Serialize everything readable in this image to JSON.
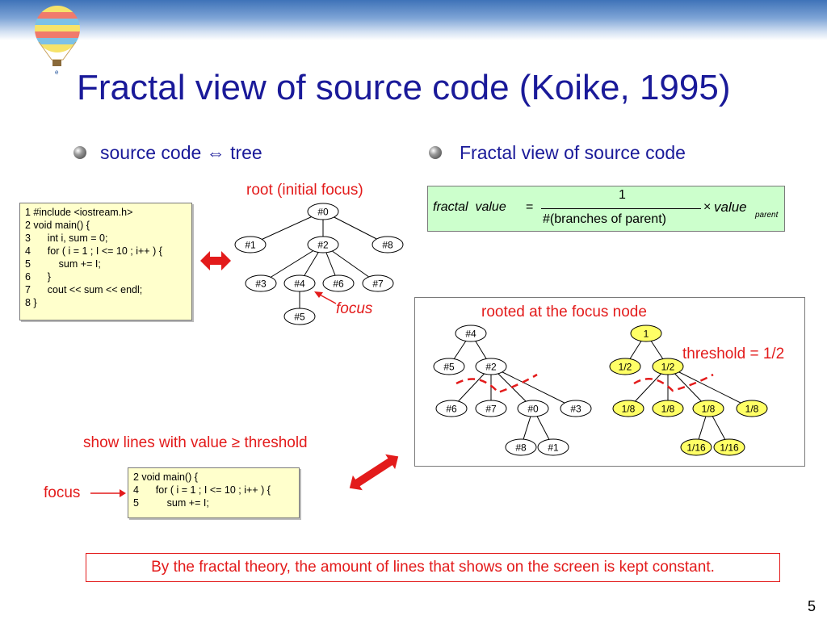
{
  "slide": {
    "title": "Fractal view of source code (Koike, 1995)",
    "page_number": "5"
  },
  "bullets": {
    "left": "source code ⇔ tree",
    "right": "Fractal view of source code"
  },
  "source_code": {
    "lines": [
      "1 #include <iostream.h>",
      "2 void main() {",
      "3      int i, sum = 0;",
      "4      for ( i = 1 ; I <= 10 ; i++ ) {",
      "5          sum += I;",
      "6      }",
      "7      cout << sum << endl;",
      "8 }"
    ]
  },
  "filtered_code": {
    "lines": [
      "2 void main() {",
      "4      for ( i = 1 ; I <= 10 ; i++ ) {",
      "5          sum += I;"
    ]
  },
  "labels": {
    "root": "root (initial focus)",
    "focus_italic": "focus",
    "rooted": "rooted at the focus node",
    "threshold": "threshold = 1/2",
    "show_lines": "show lines with value ≥ threshold",
    "focus": "focus"
  },
  "formula": {
    "lhs": "fractal  value",
    "eq": "=",
    "numerator": "1",
    "denominator": "#(branches of parent)",
    "times": "×",
    "value": "value",
    "subscript": "parent"
  },
  "tree_top": {
    "nodes": [
      {
        "id": "n0",
        "label": "#0"
      },
      {
        "id": "n1",
        "label": "#1"
      },
      {
        "id": "n2",
        "label": "#2"
      },
      {
        "id": "n8",
        "label": "#8"
      },
      {
        "id": "n3",
        "label": "#3"
      },
      {
        "id": "n4",
        "label": "#4"
      },
      {
        "id": "n6",
        "label": "#6"
      },
      {
        "id": "n7",
        "label": "#7"
      },
      {
        "id": "n5",
        "label": "#5"
      }
    ],
    "edges": [
      [
        "n0",
        "n1"
      ],
      [
        "n0",
        "n2"
      ],
      [
        "n0",
        "n8"
      ],
      [
        "n2",
        "n3"
      ],
      [
        "n2",
        "n4"
      ],
      [
        "n2",
        "n6"
      ],
      [
        "n2",
        "n7"
      ],
      [
        "n4",
        "n5"
      ]
    ]
  },
  "tree_rerooted": {
    "nodes": [
      {
        "id": "r4",
        "label": "#4"
      },
      {
        "id": "r5",
        "label": "#5"
      },
      {
        "id": "r2",
        "label": "#2"
      },
      {
        "id": "r6",
        "label": "#6"
      },
      {
        "id": "r7",
        "label": "#7"
      },
      {
        "id": "r0",
        "label": "#0"
      },
      {
        "id": "r3",
        "label": "#3"
      },
      {
        "id": "r8",
        "label": "#8"
      },
      {
        "id": "r1",
        "label": "#1"
      }
    ],
    "edges": [
      [
        "r4",
        "r5"
      ],
      [
        "r4",
        "r2"
      ],
      [
        "r2",
        "r6"
      ],
      [
        "r2",
        "r7"
      ],
      [
        "r2",
        "r0"
      ],
      [
        "r2",
        "r3"
      ],
      [
        "r0",
        "r8"
      ],
      [
        "r0",
        "r1"
      ]
    ]
  },
  "tree_values": {
    "nodes": [
      {
        "id": "v1",
        "label": "1"
      },
      {
        "id": "va",
        "label": "1/2"
      },
      {
        "id": "vb",
        "label": "1/2"
      },
      {
        "id": "vc",
        "label": "1/8"
      },
      {
        "id": "vd",
        "label": "1/8"
      },
      {
        "id": "ve",
        "label": "1/8"
      },
      {
        "id": "vf",
        "label": "1/8"
      },
      {
        "id": "vg",
        "label": "1/16"
      },
      {
        "id": "vh",
        "label": "1/16"
      }
    ],
    "edges": [
      [
        "v1",
        "va"
      ],
      [
        "v1",
        "vb"
      ],
      [
        "vb",
        "vc"
      ],
      [
        "vb",
        "vd"
      ],
      [
        "vb",
        "ve"
      ],
      [
        "vb",
        "vf"
      ],
      [
        "ve",
        "vg"
      ],
      [
        "ve",
        "vh"
      ]
    ]
  },
  "colors": {
    "title": "#1a1a99",
    "accent_red": "#e31b1b",
    "code_bg": "#ffffcc",
    "formula_bg": "#ccffcc",
    "value_node": "#ffff66"
  }
}
